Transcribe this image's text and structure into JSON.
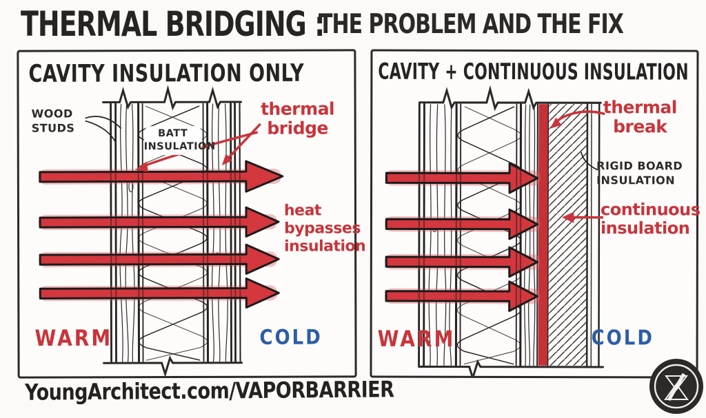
{
  "title": {
    "lead": "THERMAL BRIDGING :",
    "rest": "THE PROBLEM AND THE FIX"
  },
  "panels": {
    "left": {
      "title": "CAVITY INSULATION ONLY",
      "labels": {
        "wood_studs": "WOOD\nSTUDS",
        "batt_insulation": "BATT\nINSULATION",
        "thermal_bridge": "thermal\nbridge",
        "heat_bypasses": "heat\nbypasses\ninsulation",
        "warm": "WARM",
        "cold": "COLD"
      }
    },
    "right": {
      "title": "CAVITY + CONTINUOUS INSULATION",
      "labels": {
        "thermal_break": "thermal\nbreak",
        "rigid_board": "RIGID BOARD\nINSULATION",
        "continuous": "continuous\ninsulation",
        "warm": "WARM",
        "cold": "COLD"
      }
    }
  },
  "footer": {
    "website": "YoungArchitect.com/VAPORBARRIER",
    "logo": "young-architect-logo"
  },
  "colors": {
    "red": "#c9343a",
    "arrow_red": "#d4373e",
    "blue": "#2d5da9",
    "ink": "#2b2927",
    "paper": "#fbfaf8"
  }
}
